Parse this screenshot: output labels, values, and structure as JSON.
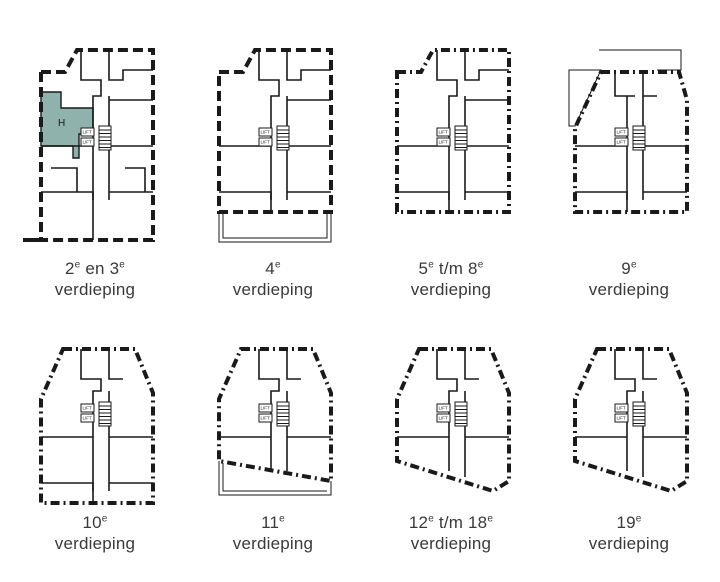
{
  "highlight": {
    "unit_label": "H",
    "color": "#8fb2ac"
  },
  "lift_label": "LIFT",
  "floors": [
    {
      "num": "2",
      "sup1": "e",
      "mid": " en ",
      "num2": "3",
      "sup2": "e",
      "word": "verdieping"
    },
    {
      "num": "4",
      "sup1": "e",
      "mid": "",
      "num2": "",
      "sup2": "",
      "word": "verdieping"
    },
    {
      "num": "5",
      "sup1": "e",
      "mid": " t/m ",
      "num2": "8",
      "sup2": "e",
      "word": "verdieping"
    },
    {
      "num": "9",
      "sup1": "e",
      "mid": "",
      "num2": "",
      "sup2": "",
      "word": "verdieping"
    },
    {
      "num": "10",
      "sup1": "e",
      "mid": "",
      "num2": "",
      "sup2": "",
      "word": "verdieping"
    },
    {
      "num": "11",
      "sup1": "e",
      "mid": "",
      "num2": "",
      "sup2": "",
      "word": "verdieping"
    },
    {
      "num": "12",
      "sup1": "e",
      "mid": " t/m ",
      "num2": "18",
      "sup2": "e",
      "word": "verdieping"
    },
    {
      "num": "19",
      "sup1": "e",
      "mid": "",
      "num2": "",
      "sup2": "",
      "word": "verdieping"
    }
  ]
}
